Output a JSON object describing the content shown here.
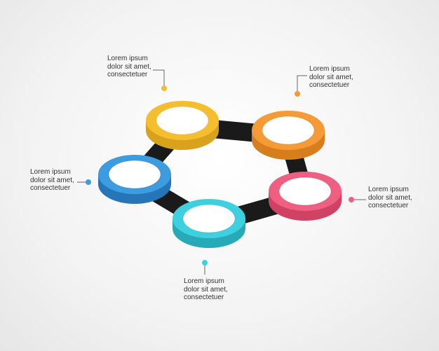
{
  "nodes": [
    {
      "id": "yellow",
      "color": "#f5be2e",
      "side_color": "#d9a21c",
      "lines": [
        "Lorem ipsum",
        "dolor sit amet,",
        "consectetuer"
      ]
    },
    {
      "id": "orange",
      "color": "#f49a37",
      "side_color": "#d67d1e",
      "lines": [
        "Lorem ipsum",
        "dolor sit amet,",
        "consectetuer"
      ]
    },
    {
      "id": "pink",
      "color": "#ef5f81",
      "side_color": "#cf4264",
      "lines": [
        "Lorem ipsum",
        "dolor sit amet,",
        "consectetuer"
      ]
    },
    {
      "id": "cyan",
      "color": "#3fd0e0",
      "side_color": "#28a9b8",
      "lines": [
        "Lorem ipsum",
        "dolor sit amet,",
        "consectetuer"
      ]
    },
    {
      "id": "blue",
      "color": "#3d9be0",
      "side_color": "#2576b8",
      "lines": [
        "Lorem ipsum",
        "dolor sit amet,",
        "consectetuer"
      ]
    }
  ],
  "connector_color": "#1a1a1a"
}
